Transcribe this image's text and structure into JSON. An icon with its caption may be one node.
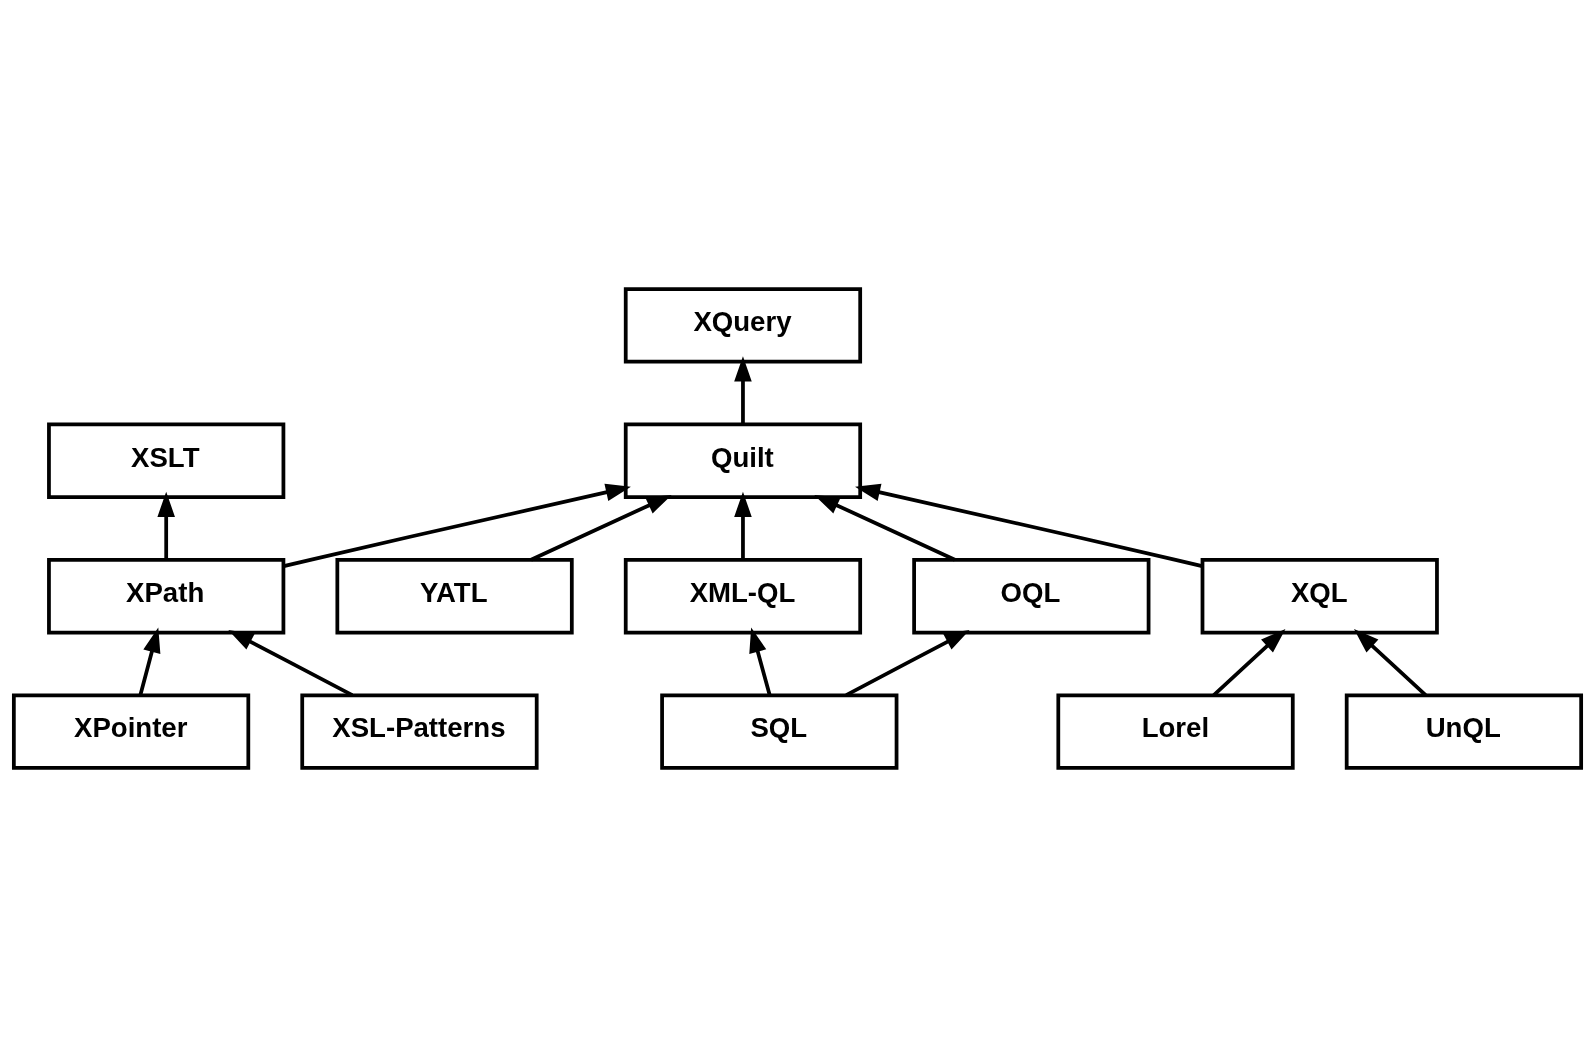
{
  "diagram": {
    "nodes": [
      {
        "text": [
          "XQuery"
        ]
      },
      {
        "text": [
          "XSLT"
        ]
      },
      {
        "text": [
          "Quilt"
        ]
      },
      {
        "text": [
          "XPath"
        ]
      },
      {
        "text": [
          "YATL"
        ]
      },
      {
        "text": [
          "XML-QL"
        ]
      },
      {
        "text": [
          "OQL"
        ]
      },
      {
        "text": [
          "XPointer"
        ]
      },
      {
        "text": [
          "XQL"
        ]
      },
      {
        "text": [
          "XSL-Patterns"
        ]
      },
      {
        "text": [
          "Lorel"
        ]
      },
      {
        "text": [
          "UnQL"
        ]
      },
      {
        "text": [
          "SQL"
        ]
      }
    ],
    "edges": [
      {
        "from": 3,
        "to": 1,
        "arrow": "to"
      },
      {
        "from": 2,
        "to": 0,
        "arrow": "to"
      },
      {
        "from": 3,
        "to": 2,
        "arrow": "to"
      },
      {
        "from": 4,
        "to": 2,
        "arrow": "to"
      },
      {
        "from": 8,
        "to": 2,
        "arrow": "to"
      },
      {
        "from": 5,
        "to": 2,
        "arrow": "to"
      },
      {
        "from": 6,
        "to": 2,
        "arrow": "to"
      },
      {
        "from": 9,
        "to": 3,
        "arrow": "to"
      },
      {
        "from": 7,
        "to": 3,
        "arrow": "to"
      },
      {
        "from": 10,
        "to": 8,
        "arrow": "to"
      },
      {
        "from": 11,
        "to": 8,
        "arrow": "to"
      },
      {
        "from": 12,
        "to": 5,
        "arrow": "to"
      },
      {
        "from": 12,
        "to": 6,
        "arrow": "to"
      }
    ]
  }
}
